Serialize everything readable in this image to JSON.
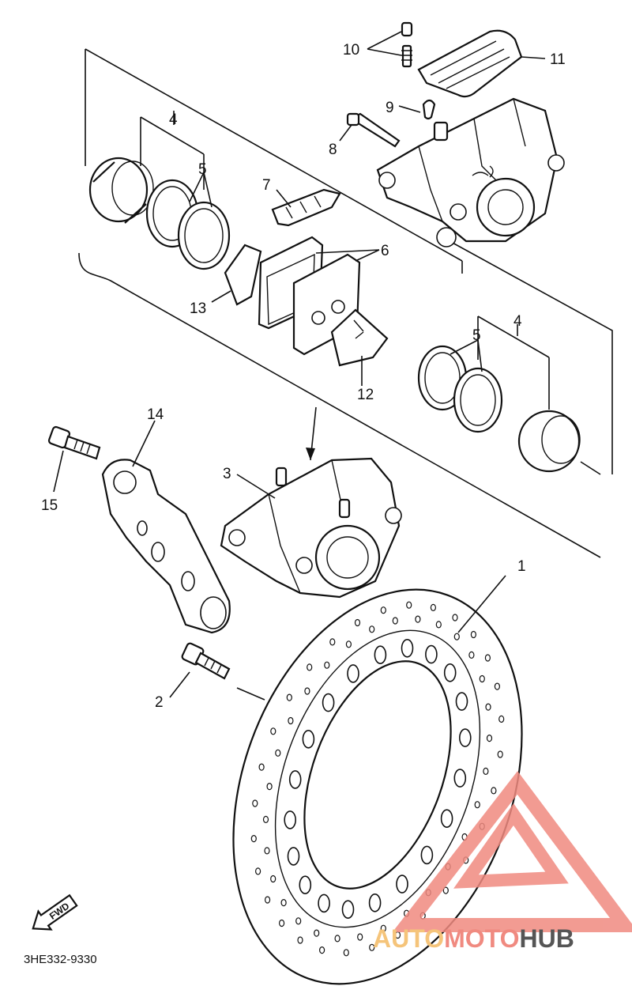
{
  "diagram": {
    "callouts": [
      {
        "id": "1",
        "text": "1"
      },
      {
        "id": "2",
        "text": "2"
      },
      {
        "id": "3",
        "text": "3"
      },
      {
        "id": "4a",
        "text": "4"
      },
      {
        "id": "4b",
        "text": "4"
      },
      {
        "id": "5a",
        "text": "5"
      },
      {
        "id": "5b",
        "text": "5"
      },
      {
        "id": "6",
        "text": "6"
      },
      {
        "id": "7",
        "text": "7"
      },
      {
        "id": "8",
        "text": "8"
      },
      {
        "id": "9",
        "text": "9"
      },
      {
        "id": "10",
        "text": "10"
      },
      {
        "id": "11",
        "text": "11"
      },
      {
        "id": "12",
        "text": "12"
      },
      {
        "id": "13",
        "text": "13"
      },
      {
        "id": "14",
        "text": "14"
      },
      {
        "id": "15",
        "text": "15"
      }
    ],
    "fwd_label": "FWD",
    "part_code": "3HE332-9330"
  },
  "watermark": {
    "word_auto": "AUTO",
    "word_moto": "MOTO",
    "word_hub": "HUB",
    "color_auto": "#f5c47a",
    "color_moto": "#f08a80",
    "color_hub": "#555555",
    "logo_color": "#f08a80"
  }
}
